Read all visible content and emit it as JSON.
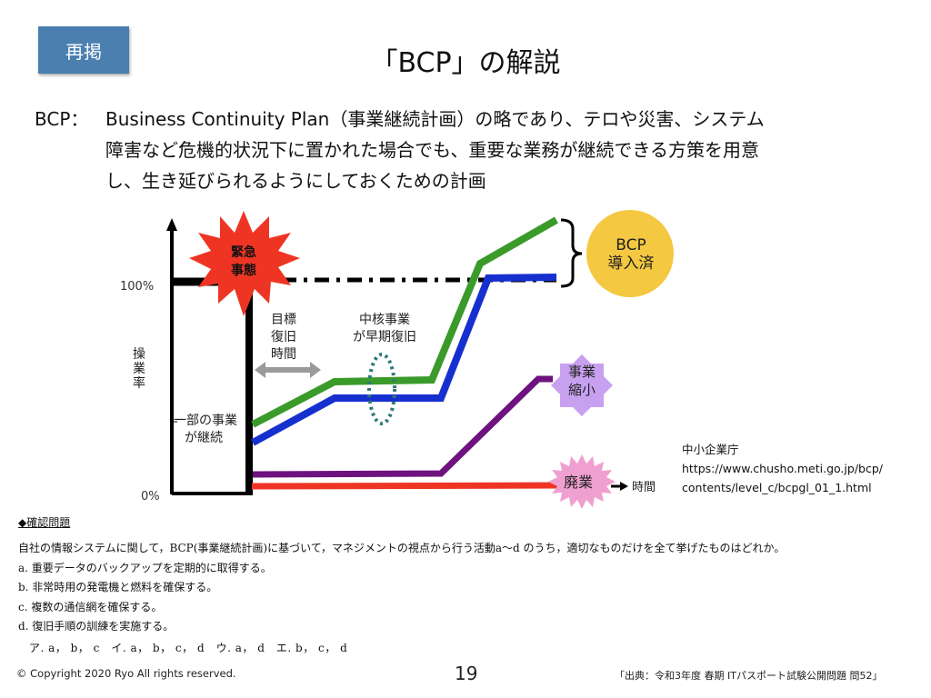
{
  "header": {
    "badge_label": "再掲",
    "title": "「BCP」の解説"
  },
  "definition": {
    "term": "BCP：",
    "line1": "Business Continuity Plan（事業継続計画）の略であり、テロや災害、システム",
    "line2": "障害など危機的状況下に置かれた場合でも、重要な業務が継続できる方策を用意",
    "line3": "し、生き延びられるようにしておくための計画"
  },
  "diagram": {
    "y_axis_label": "操業率",
    "y_tick_100": "100%",
    "y_tick_0": "0%",
    "x_axis_label": "時間",
    "emergency_label_1": "緊急",
    "emergency_label_2": "事態",
    "target_recovery_1": "目標",
    "target_recovery_2": "復旧",
    "target_recovery_3": "時間",
    "core_business_1": "中核事業",
    "core_business_2": "が早期復旧",
    "partial_business_1": "一部の事業",
    "partial_business_2": "が継続",
    "bcp_badge_1": "BCP",
    "bcp_badge_2": "導入済",
    "shrink_badge_1": "事業",
    "shrink_badge_2": "縮小",
    "closure_badge": "廃業",
    "colors": {
      "bcp_high": "#3a9a2a",
      "bcp_low": "#1630d0",
      "shrink": "#6e1280",
      "closure": "#ee3524",
      "emergency": "#ee3524",
      "bcp_circle": "#f5c842",
      "shrink_star": "#c8a0f0",
      "closure_star": "#f0a0d0",
      "core_ellipse": "#2e7a78",
      "arrow_gray": "#9a9a9a"
    }
  },
  "source_note": {
    "line1": "中小企業庁",
    "line2": "https://www.chusho.meti.go.jp/bcp/",
    "line3": "contents/level_c/bcpgl_01_1.html"
  },
  "quiz": {
    "heading": "◆確認問題",
    "question": "自社の情報システムに関して，BCP(事業継続計画)に基づいて，マネジメントの視点から行う活動a～d のうち，適切なものだけを全て挙げたものはどれか。",
    "items": [
      "a.  重要データのバックアップを定期的に取得する。",
      "b.  非常時用の発電機と燃料を確保する。",
      "c.  複数の通信網を確保する。",
      "d.  復旧手順の訓練を実施する。"
    ],
    "choices": "ア. a， b， c　イ. a， b， c， d　ウ. a， d　エ. b， c， d"
  },
  "footer": {
    "copyright": "© Copyright 2020 Ryo All rights reserved.",
    "page_number": "19",
    "source": "「出典：令和3年度 春期 ITパスポート試験公開問題 問52」"
  }
}
